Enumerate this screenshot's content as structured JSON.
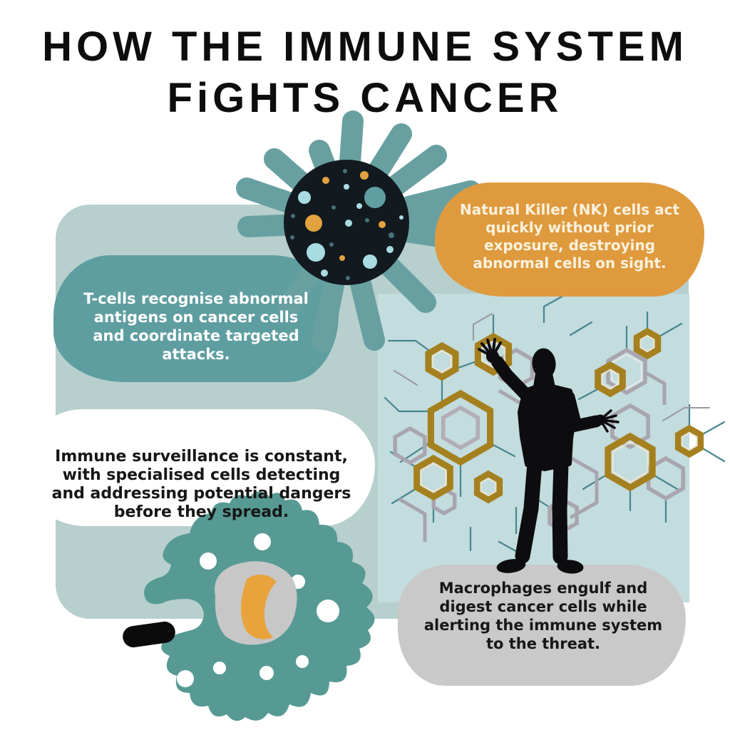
{
  "title": {
    "line1": "HOW THE IMMUNE SYSTEM",
    "line2": "FiGHTS CANCER"
  },
  "bubbles": {
    "nk_cells": {
      "lines": [
        "Natural Killer (NK) cells act",
        "quickly without prior",
        "exposure, destroying",
        "abnormal cells on sight."
      ]
    },
    "t_cells": {
      "lines": [
        "T-cells recognise abnormal",
        "antigens on cancer cells",
        "and coordinate targeted",
        "attacks."
      ]
    },
    "surveillance": {
      "lines": [
        "Immune surveillance is constant,",
        "with specialised cells detecting",
        "and addressing potential dangers",
        "before they spread."
      ]
    },
    "macrophages": {
      "lines": [
        "Macrophages engulf and",
        "digest cancer cells while",
        "alerting the immune system",
        "to the threat."
      ]
    }
  },
  "illustrations": {
    "cancer_cell": "spiky-cancer-cell-illustration",
    "scientist": "human-silhouette-touching-hexagon-molecule-network",
    "macrophage": "macrophage-engulfing-bacterium-illustration"
  },
  "colors": {
    "background": "#ffffff",
    "panel": "#b7cfcd",
    "photo_panel": "#c3dcdd",
    "teal_bubble": "#5e9ea0",
    "orange_bubble": "#df9a3e",
    "white_bubble": "#ffffff",
    "gray_bubble": "#c9c9ca",
    "virus_body": "#12191f",
    "virus_spikes": "#68a0a2",
    "macrophage_body": "#579a94",
    "nucleus_gray": "#c7c7c8",
    "nucleus_orange": "#e8a33c",
    "hex_gold": "#a5801f",
    "hex_gray": "#a9a5af",
    "silhouette": "#0d0d0f",
    "title_text": "#0d0d0d",
    "light_text": "#f9f1dc",
    "dark_text": "#171717"
  }
}
